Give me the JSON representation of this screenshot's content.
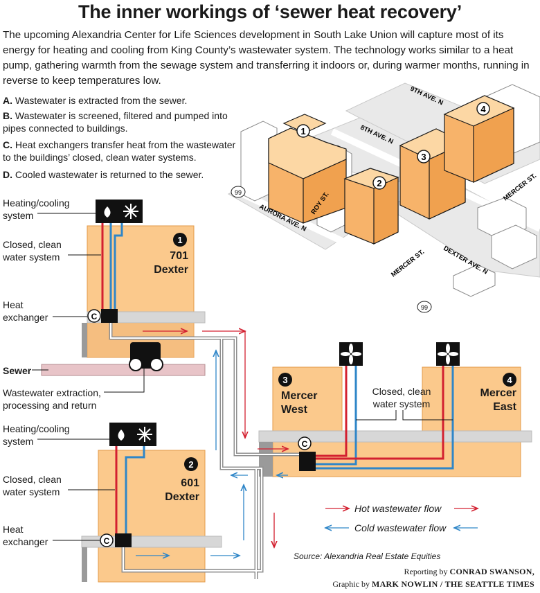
{
  "title": "The inner workings of ‘sewer heat recovery’",
  "intro": "The upcoming Alexandria Center for Life Sciences development in South Lake Union will capture most of its energy for heating and cooling from King County’s wastewater system. The technology works similar to a heat pump, gathering warmth from the sewage system and transferring it indoors or, during warmer months, running in reverse to keep temperatures low.",
  "steps": [
    {
      "letter": "A.",
      "text": "Wastewater is extracted from the sewer."
    },
    {
      "letter": "B.",
      "text": "Wastewater is screened, filtered and pumped into pipes connected to buildings."
    },
    {
      "letter": "C.",
      "text": "Heat exchangers transfer heat from the wastewater to the buildings’ closed, clean water systems."
    },
    {
      "letter": "D.",
      "text": "Cooled wastewater is returned to the sewer."
    }
  ],
  "map": {
    "streets": {
      "ninth": "9TH AVE. N",
      "eighth": "8TH AVE. N",
      "aurora": "AURORA AVE. N",
      "roy": "ROY ST.",
      "mercer1": "MERCER ST.",
      "mercer2": "MERCER ST.",
      "dexter": "DEXTER AVE. N"
    },
    "route": "99",
    "markers": [
      "1",
      "2",
      "3",
      "4"
    ]
  },
  "labels": {
    "hc1": "Heating/cooling system",
    "cw1": "Closed, clean water system",
    "hx1": "Heat exchanger",
    "sewer": "Sewer",
    "extract": "Wastewater extraction, processing and return",
    "hc2": "Heating/cooling system",
    "cw2": "Closed, clean water system",
    "hx2": "Heat exchanger",
    "cw34": "Closed, clean water system",
    "c": "C"
  },
  "buildings": [
    {
      "num": "1",
      "name": "701 Dexter"
    },
    {
      "num": "2",
      "name": "601 Dexter"
    },
    {
      "num": "3",
      "name": "Mercer West"
    },
    {
      "num": "4",
      "name": "Mercer East"
    }
  ],
  "legend": {
    "hot": "Hot wastewater flow",
    "cold": "Cold wastewater flow"
  },
  "colors": {
    "building": "#fbc98c",
    "building_edge": "#e39a4a",
    "hot": "#d32030",
    "cold": "#2f86c8",
    "sewer": "#e8c4c8",
    "pipe": "#9b9b9b",
    "ground": "#d7d7d7"
  },
  "source": "Source: Alexandria Real Estate Equities",
  "credit": {
    "reporting_prefix": "Reporting by",
    "reporter": "CONRAD SWANSON,",
    "graphic_prefix": "Graphic by",
    "graphic": "MARK NOWLIN / THE SEATTLE TIMES"
  }
}
